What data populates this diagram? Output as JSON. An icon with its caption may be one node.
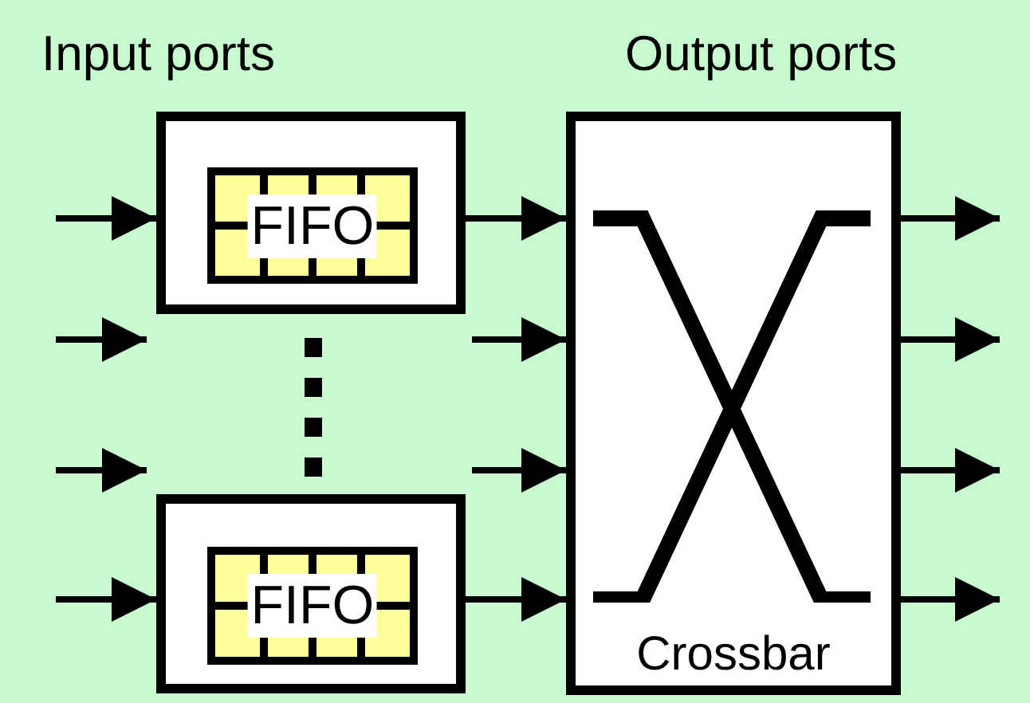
{
  "diagram": {
    "nodes": [
      {
        "text": [],
        "shape": "box"
      },
      {
        "text": [
          "FIFO"
        ],
        "in": 0
      },
      {
        "text": [],
        "shape": "box"
      },
      {
        "text": [
          "FIFO"
        ],
        "in": 2
      },
      {
        "text": [
          "Crossbar"
        ]
      }
    ],
    "edges": [
      {
        "from": null,
        "to": 0,
        "arrow": "to"
      },
      {
        "from": null,
        "to": 2,
        "arrow": "to"
      },
      {
        "from": 0,
        "to": 4,
        "arrow": "to"
      },
      {
        "from": null,
        "to": 4,
        "arrow": "to"
      },
      {
        "from": null,
        "to": 4,
        "arrow": "to"
      },
      {
        "from": 2,
        "to": 4,
        "arrow": "to"
      },
      {
        "from": 4,
        "to": null,
        "arrow": "to"
      },
      {
        "from": 4,
        "to": null,
        "arrow": "to"
      },
      {
        "from": 4,
        "to": null,
        "arrow": "to"
      },
      {
        "from": 4,
        "to": null,
        "arrow": "to"
      }
    ],
    "labels": [
      "Input ports",
      "Output ports"
    ]
  }
}
